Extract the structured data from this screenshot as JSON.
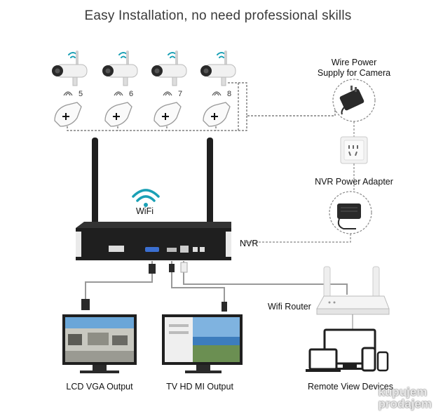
{
  "title": "Easy Installation, no need professional skills",
  "cameras": [
    {
      "number": "5"
    },
    {
      "number": "6"
    },
    {
      "number": "7"
    },
    {
      "number": "8"
    }
  ],
  "labels": {
    "wire_power_line1": "Wire Power",
    "wire_power_line2": "Supply for Camera",
    "nvr_power": "NVR Power Adapter",
    "wifi": "WiFi",
    "nvr": "NVR",
    "router": "Wifi Router",
    "lcd": "LCD VGA Output",
    "tv": "TV HD MI Output",
    "remote": "Remote View Devices"
  },
  "watermark": {
    "line1": "kupujem",
    "line2": "prodajem"
  },
  "colors": {
    "device_dark": "#1f1f1f",
    "cable": "#888888",
    "screen_sky": "#6aa6d8"
  }
}
